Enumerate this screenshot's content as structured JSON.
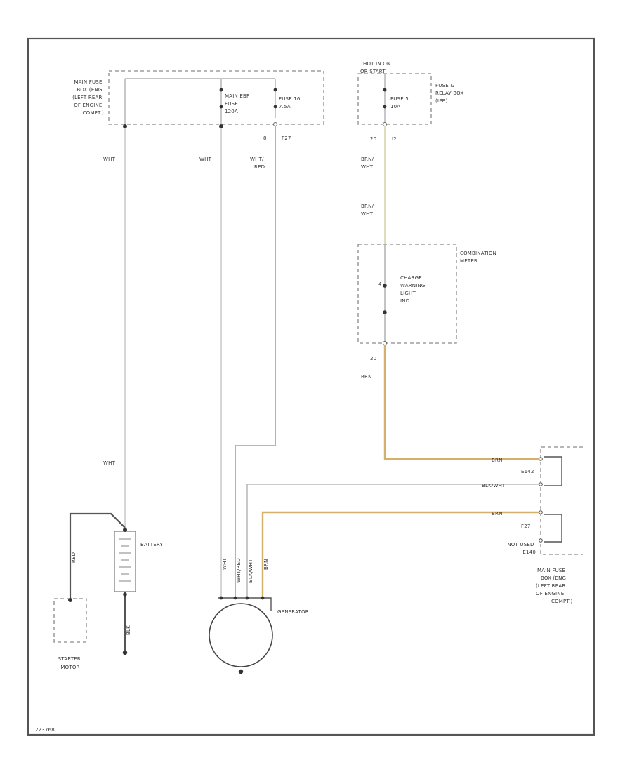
{
  "diagram_id": "223768",
  "colors": {
    "white_wire": "#cccccc",
    "red_wire": "#ee7d88",
    "brown_wire": "#d4b06a",
    "brown_wire_pale": "#ded9b4",
    "black_wire": "#555555",
    "frame": "#555555"
  },
  "main_fuse_box_top": [
    "MAIN FUSE",
    "BOX (ENG",
    "(LEFT REAR",
    "OF ENGINE",
    "COMPT.)"
  ],
  "main_fuse_box_bottom": [
    "MAIN FUSE",
    "BOX (ENG",
    "(LEFT REAR",
    "OF ENGINE",
    "COMPT.)"
  ],
  "fuses": {
    "main_ebf": [
      "MAIN EBF",
      "FUSE",
      "120A"
    ],
    "fuse_16": [
      "FUSE 16",
      "7.5A"
    ],
    "fuse_5": [
      "FUSE 5",
      "10A"
    ]
  },
  "hot_in_on": [
    "HOT IN ON",
    "OR START"
  ],
  "fuse_relay_box": [
    "FUSE &",
    "RELAY BOX",
    "(IPB)"
  ],
  "pins": {
    "fuse16_pin": "8",
    "fuse16_conn": "F27",
    "fuse5_pin": "20",
    "fuse5_conn": "I2",
    "meter_pin": "20",
    "meter_pin_upper": "4"
  },
  "combination_meter": [
    "COMBINATION",
    "METER"
  ],
  "charge_warning": [
    "CHARGE",
    "WARNING",
    "LIGHT",
    "IND"
  ],
  "components": {
    "battery": "BATTERY",
    "generator": "GENERATOR",
    "starter_motor": [
      "STARTER",
      "MOTOR"
    ]
  },
  "wires": {
    "wht_a": "WHT",
    "wht_b": "WHT",
    "wht_red": [
      "WHT/",
      "RED"
    ],
    "brn_wht_a": [
      "BRN/",
      "WHT"
    ],
    "brn_wht_b": [
      "BRN/",
      "WHT"
    ],
    "brn": "BRN",
    "wht_lower": "WHT",
    "red_starter": "RED",
    "blk_ground": "BLK",
    "gen_wht": "WHT",
    "gen_wht_red": "WHT/RED",
    "gen_blk_wht": "BLK/WHT",
    "gen_brn": "BRN",
    "row1": "BRN",
    "row2": "BLK/WHT",
    "row3": "BRN"
  },
  "connectors": {
    "e142": "E142",
    "f27": "F27",
    "e140": "E140",
    "not_used": [
      "NOT USED",
      "E140"
    ]
  }
}
